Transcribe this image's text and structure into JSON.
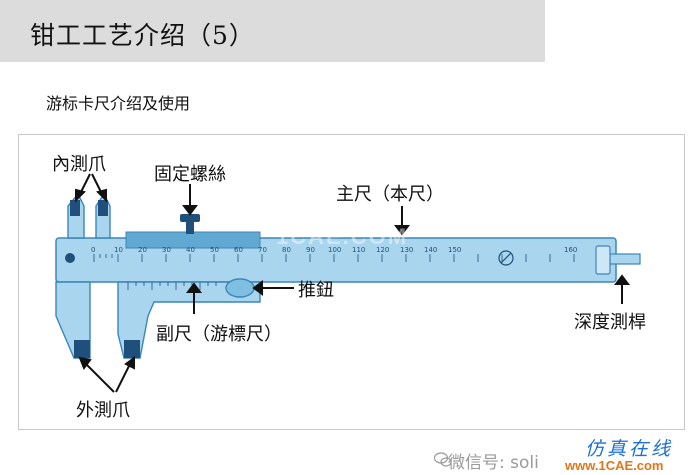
{
  "header": {
    "title": "钳工工艺介绍（5）"
  },
  "subtitle": "游标卡尺介绍及使用",
  "callouts": {
    "inner_jaws": "內測爪",
    "lock_screw": "固定螺絲",
    "main_scale": "主尺（本尺）",
    "thumb_wheel": "推鈕",
    "vernier_scale": "副尺（游標尺）",
    "depth_rod": "深度測桿",
    "outer_jaws": "外測爪"
  },
  "scale_numbers": [
    "0",
    "10",
    "20",
    "30",
    "40",
    "50",
    "60",
    "70",
    "80",
    "90",
    "100",
    "110",
    "120",
    "130",
    "140",
    "150",
    "160"
  ],
  "overlay_watermark": "1CAE.COM",
  "footer": {
    "wechat_text": "微信号: soli",
    "brand_cn": "仿真在线",
    "brand_url": "www.1CAE.com"
  },
  "colors": {
    "title_bar": "#dcdcdc",
    "caliper_body": "#a9d6ee",
    "caliper_dark": "#5fa9d3",
    "caliper_outline": "#3d86b8",
    "jaw_tip": "#1f4f7a",
    "brand_blue": "#1a6fd8",
    "brand_orange": "#e0761a"
  },
  "icons": [
    "wechat-icon"
  ]
}
